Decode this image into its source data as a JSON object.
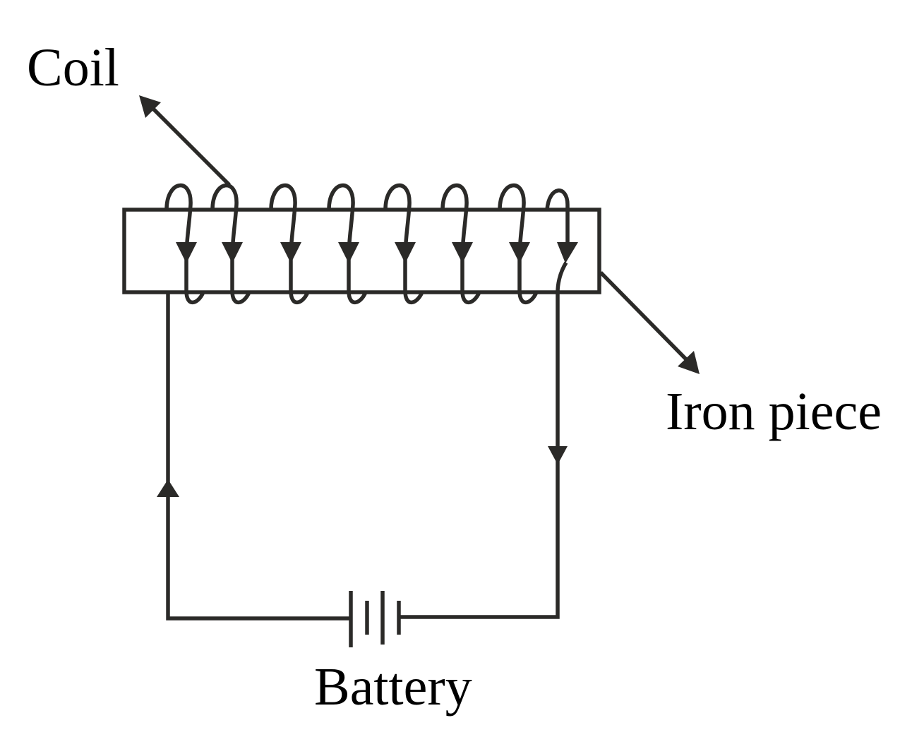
{
  "diagram": {
    "title": "Electromagnet circuit",
    "labels": {
      "coil": "Coil",
      "iron_piece": "Iron piece",
      "battery": "Battery"
    },
    "coil_turns": 8,
    "current_direction": "clockwise: up the left wire, through the coil, down the right wire",
    "colors": {
      "stroke": "#2b2a28",
      "text": "#000000",
      "background": "#ffffff"
    }
  }
}
